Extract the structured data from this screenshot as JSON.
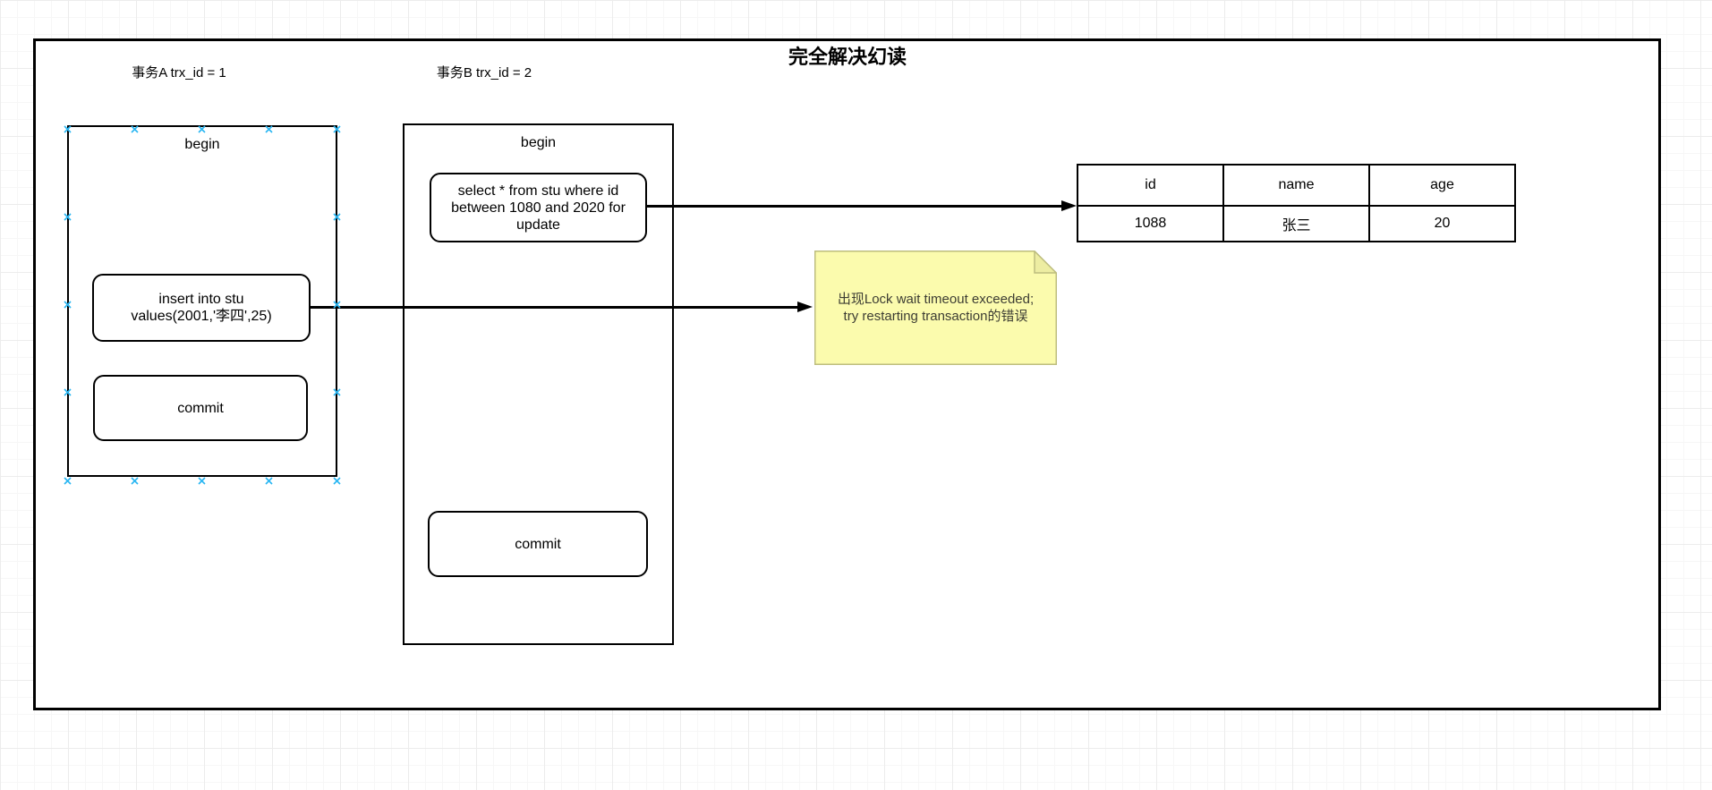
{
  "title": "完全解决幻读",
  "transactions": {
    "a": {
      "label": "事务A trx_id = 1",
      "begin_label": "begin",
      "insert_statement": "insert into stu\nvalues(2001,'李四',25)",
      "commit_label": "commit"
    },
    "b": {
      "label": "事务B trx_id = 2",
      "begin_label": "begin",
      "select_statement": "select * from stu where id\nbetween 1080 and 2020 for\nupdate",
      "commit_label": "commit"
    }
  },
  "result_table": {
    "headers": [
      "id",
      "name",
      "age"
    ],
    "row": [
      "1088",
      "张三",
      "20"
    ]
  },
  "note": {
    "text": "出现Lock wait timeout exceeded;\ntry restarting transaction的错误"
  },
  "colors": {
    "note_fill": "#fbfbad",
    "note_border": "#bdbd7e",
    "note_fold": "#ededa2",
    "connection_point": "#29b6f2",
    "stroke": "#000000"
  }
}
